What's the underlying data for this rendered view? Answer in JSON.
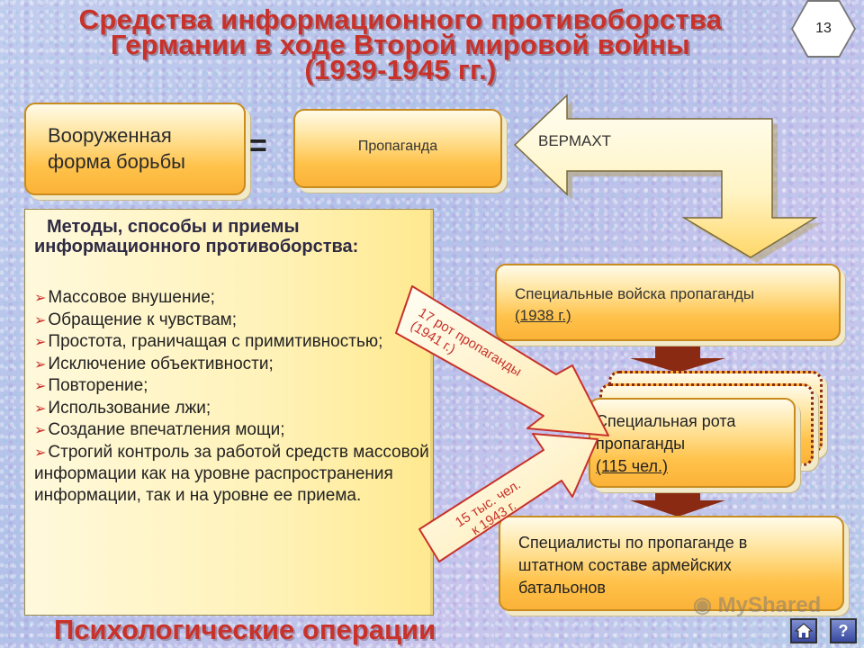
{
  "title": {
    "line1": "Средства информационного противоборства",
    "line2": "Германии в ходе Второй мировой войны",
    "line3": "(1939-1945 гг.)"
  },
  "slide_number": "13",
  "armed_box": {
    "line1": "Вооруженная",
    "line2": "форма борьбы"
  },
  "equals_sign": "=",
  "propaganda_box": "Пропаганда",
  "wehrmacht_arrow": "ВЕРМАХТ",
  "methods": {
    "heading": "Методы, способы и приемы информационного противоборства:",
    "items": [
      "Массовое внушение;",
      "Обращение к чувствам;",
      "Простота, граничащая с примитивностью;",
      "Исключение объективности;",
      "Повторение;",
      "Использование лжи;",
      "Создание впечатления мощи;",
      "Строгий контроль за работой средств массовой информации как на уровне распространения информации, так и на уровне ее приема."
    ]
  },
  "special_troops": {
    "text": "Специальные войска пропаганды",
    "year": "(1938 г.)"
  },
  "company": {
    "line1": "Специальная рота",
    "line2": "пропаганды",
    "line3": "(115 чел.)"
  },
  "specialists": {
    "line1": "Специалисты по пропаганде в",
    "line2": "штатном составе армейских",
    "line3": "батальонов"
  },
  "arrow1": {
    "line1": "17 рот пропаганды",
    "line2": "(1941 г.)"
  },
  "arrow2": {
    "line1": "15 тыс. чел.",
    "line2": "к 1943 г."
  },
  "footer": "Психологические операции",
  "watermark": "MyShared",
  "nav": {
    "home_icon": "home-icon",
    "help_label": "?"
  },
  "colors": {
    "title_red": "#c8322a",
    "box_orange": "#ffc24a",
    "arrow_brown": "#8b2a12"
  }
}
